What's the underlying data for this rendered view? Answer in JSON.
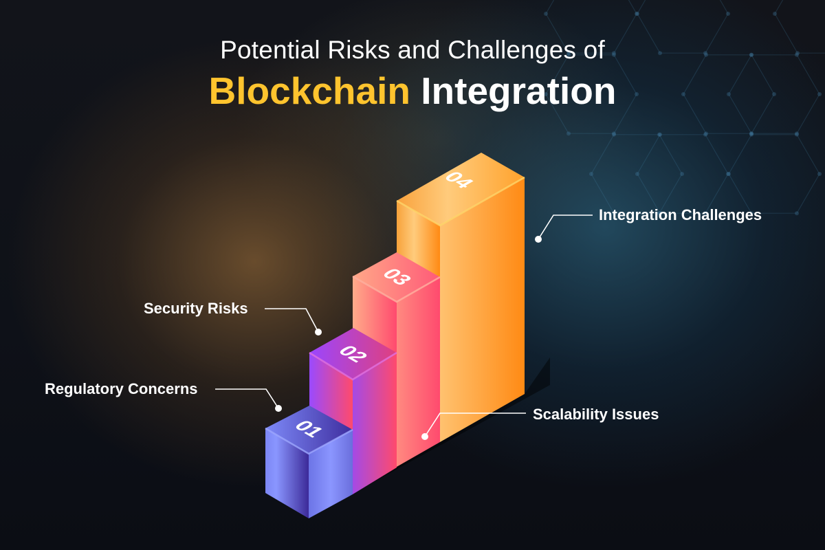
{
  "title": {
    "line1": "Potential Risks and Challenges of",
    "line2_highlight": "Blockchain",
    "line2_rest": "Integration"
  },
  "steps": [
    {
      "number": "01",
      "label": "Regulatory Concerns",
      "color_light": "#8592FF",
      "color_dark": "#3E2A9C"
    },
    {
      "number": "02",
      "label": "Security Risks",
      "color_light": "#9B4BFF",
      "color_dark": "#FF4A6E"
    },
    {
      "number": "03",
      "label": "Scalability Issues",
      "color_light": "#FFAA88",
      "color_dark": "#FF4A6E"
    },
    {
      "number": "04",
      "label": "Integration Challenges",
      "color_light": "#FFCB78",
      "color_dark": "#FF8A14"
    }
  ],
  "colors": {
    "highlight": "#FFC42E",
    "text": "#FFFFFF"
  }
}
